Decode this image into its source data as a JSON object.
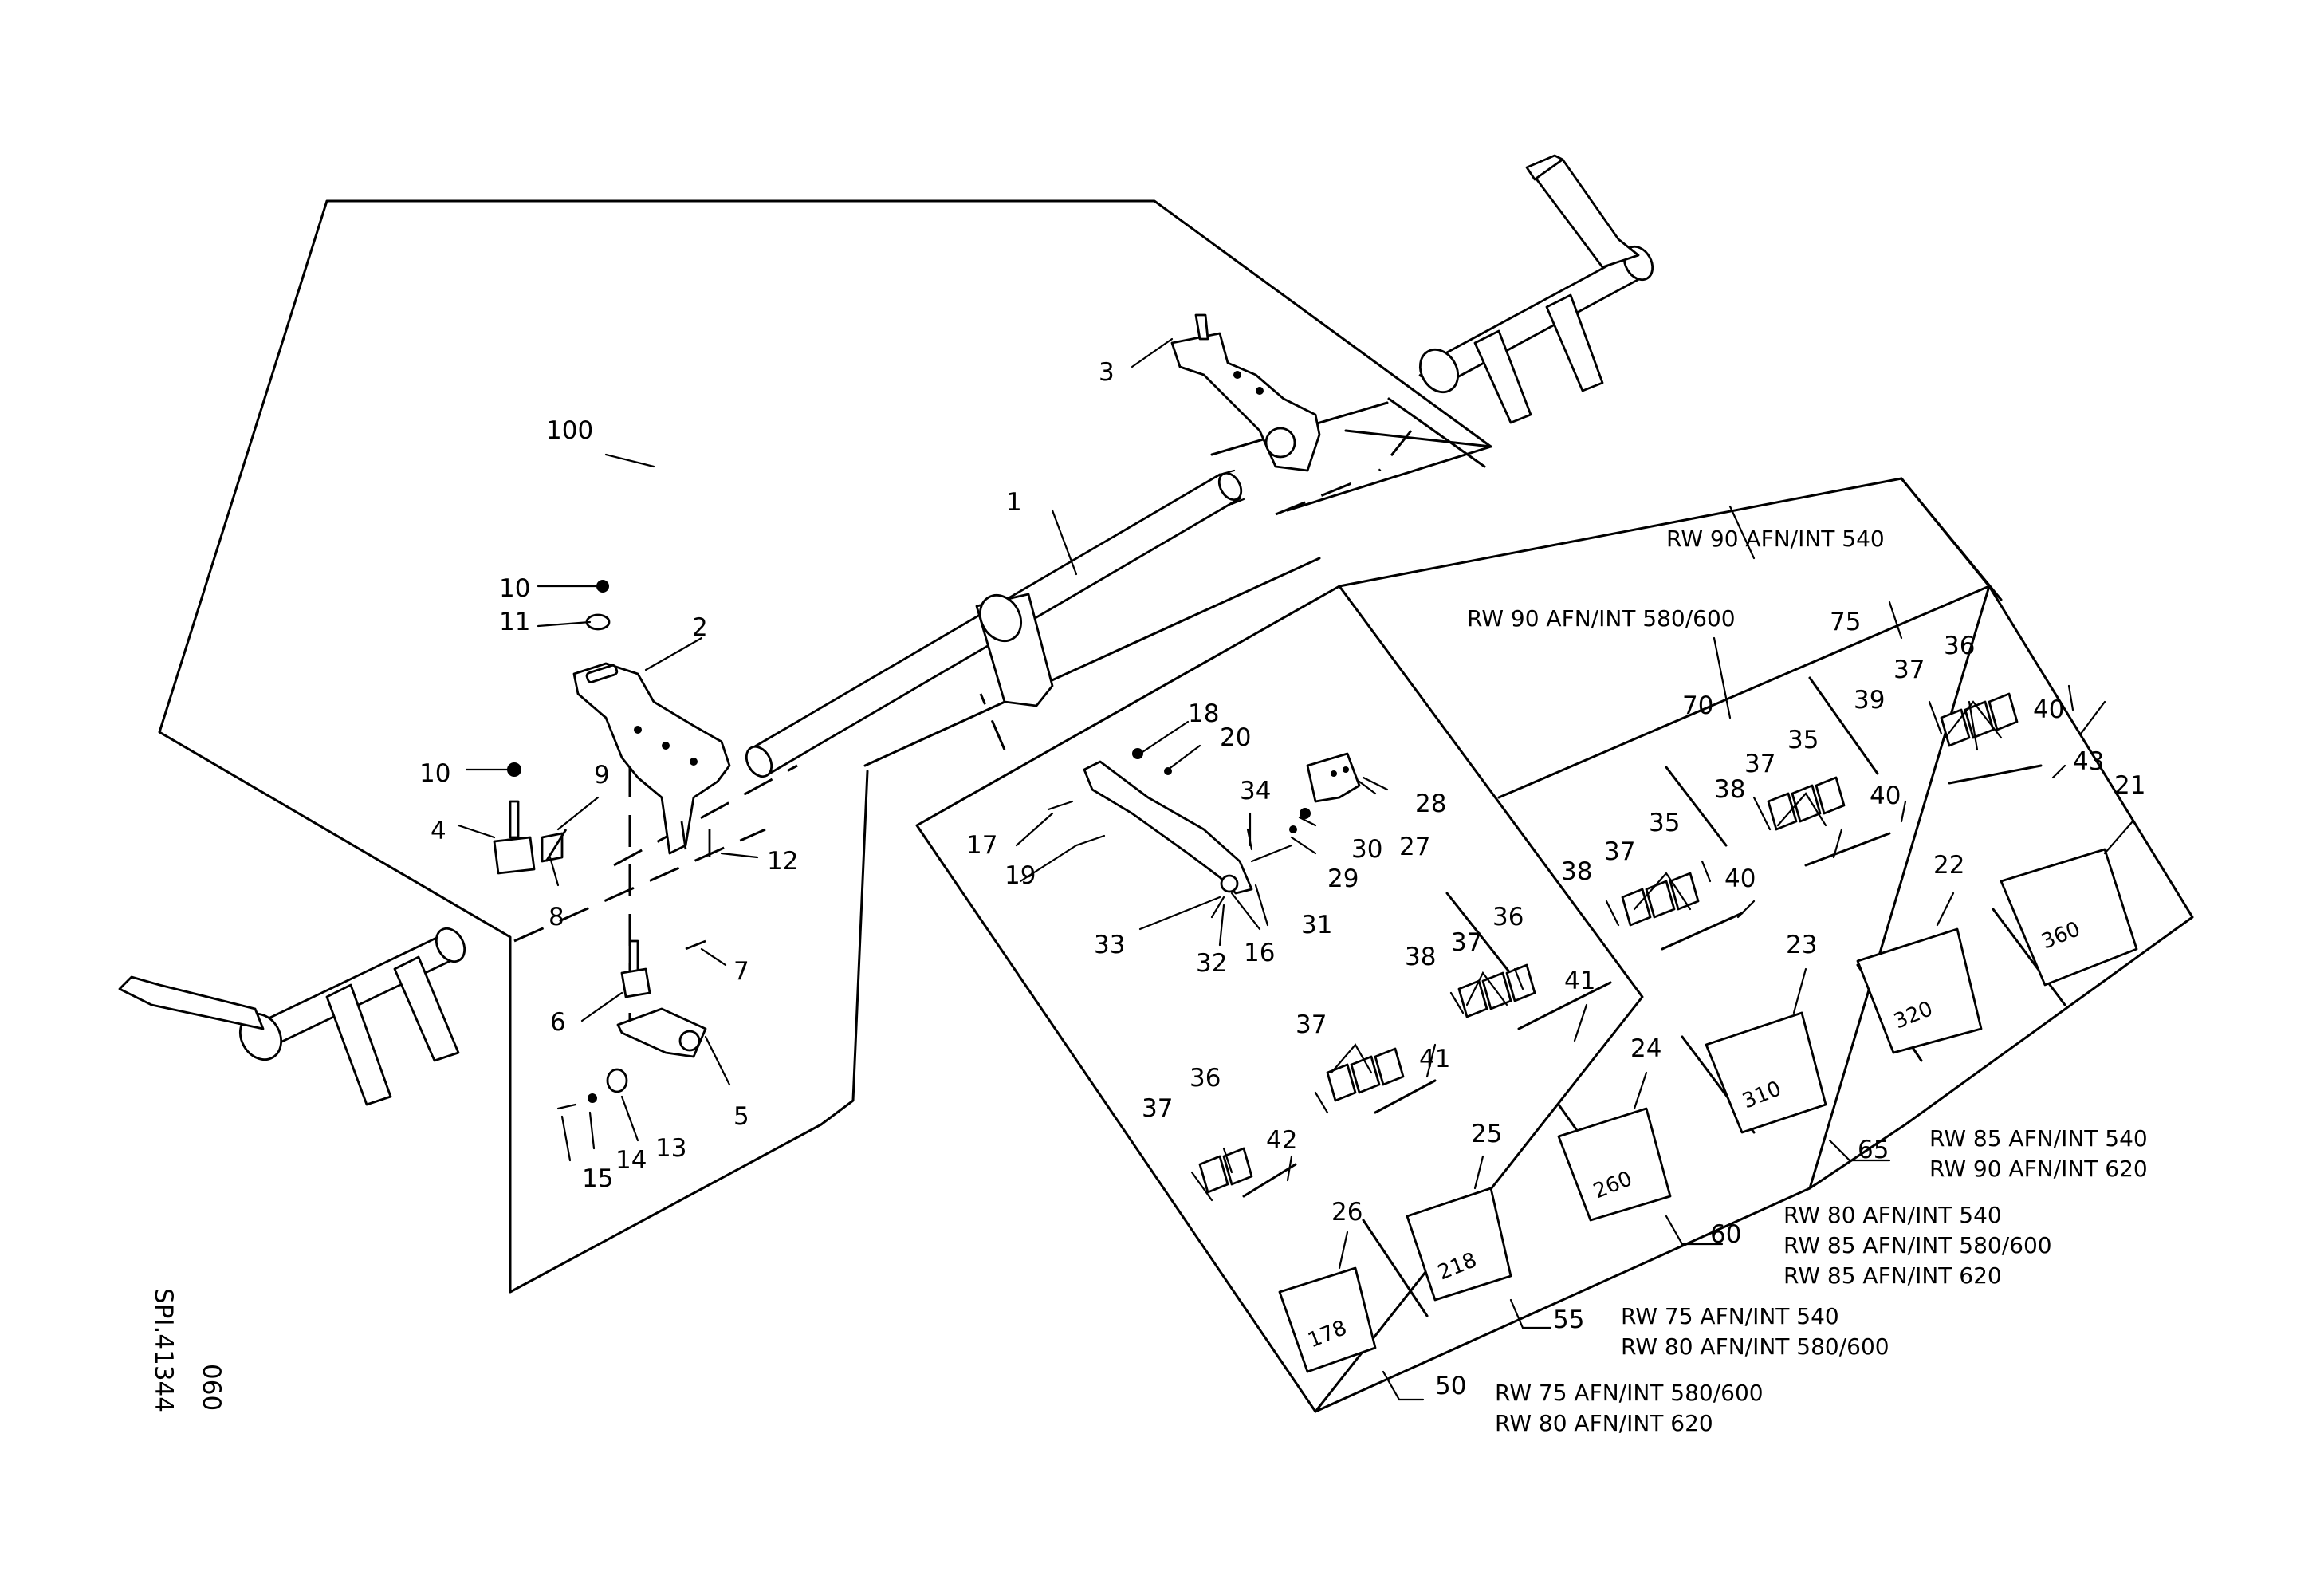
{
  "drawing": {
    "ref_code": "SPI.41344",
    "sheet": "060"
  },
  "callouts": {
    "n1": "1",
    "n2": "2",
    "n3": "3",
    "n4": "4",
    "n5": "5",
    "n6": "6",
    "n7": "7",
    "n8": "8",
    "n9": "9",
    "n10a": "10",
    "n10b": "10",
    "n11": "11",
    "n12": "12",
    "n13": "13",
    "n14": "14",
    "n15": "15",
    "n16": "16",
    "n17": "17",
    "n18": "18",
    "n19": "19",
    "n20": "20",
    "n21": "21",
    "n22": "22",
    "n23": "23",
    "n24": "24",
    "n25": "25",
    "n26": "26",
    "n27": "27",
    "n28": "28",
    "n29": "29",
    "n30": "30",
    "n31": "31",
    "n32": "32",
    "n33": "33",
    "n34": "34",
    "n35a": "35",
    "n35b": "35",
    "n36a": "36",
    "n36b": "36",
    "n36c": "36",
    "n37a": "37",
    "n37b": "37",
    "n37c": "37",
    "n37d": "37",
    "n37e": "37",
    "n37f": "37",
    "n38a": "38",
    "n38b": "38",
    "n38c": "38",
    "n39": "39",
    "n40a": "40",
    "n40b": "40",
    "n40c": "40",
    "n41a": "41",
    "n41b": "41",
    "n42": "42",
    "n43": "43",
    "n50": "50",
    "n55": "55",
    "n60": "60",
    "n65": "65",
    "n70": "70",
    "n75": "75",
    "n100": "100"
  },
  "blades": {
    "b178": "178",
    "b218": "218",
    "b260": "260",
    "b310": "310",
    "b320": "320",
    "b360": "360"
  },
  "variants": {
    "v75": "RW 90 AFN/INT 540",
    "v70": "RW 90 AFN/INT 580/600",
    "v65": [
      "RW 85 AFN/INT 540",
      "RW 90 AFN/INT 620"
    ],
    "v60": [
      "RW 80 AFN/INT 540",
      "RW 85 AFN/INT 580/600",
      "RW 85 AFN/INT 620"
    ],
    "v55": [
      "RW 75 AFN/INT 540",
      "RW 80 AFN/INT 580/600"
    ],
    "v50": [
      "RW 75 AFN/INT 580/600",
      "RW 80  AFN/INT 620"
    ]
  }
}
